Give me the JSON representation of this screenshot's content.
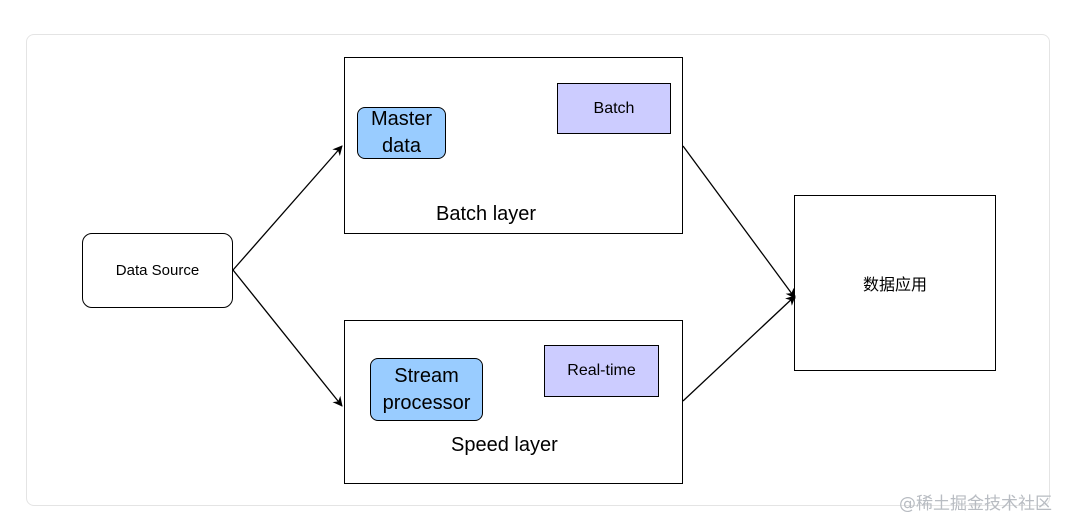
{
  "diagram": {
    "source": {
      "label": "Data Source"
    },
    "batch_layer": {
      "label": "Batch layer",
      "master_data": [
        "Master",
        "data"
      ],
      "batch": "Batch"
    },
    "speed_layer": {
      "label": "Speed layer",
      "stream_processor": [
        "Stream",
        "processor"
      ],
      "realtime": "Real-time"
    },
    "app": {
      "label": "数据应用"
    }
  },
  "watermark": "@稀土掘金技术社区",
  "colors": {
    "blue_fill": "#99ccff",
    "purple_fill": "#ccccff",
    "stroke": "#000000"
  }
}
